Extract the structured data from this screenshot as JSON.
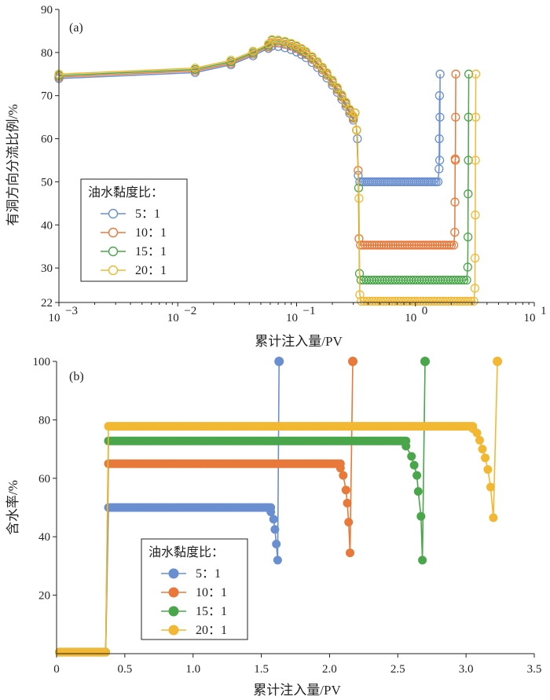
{
  "chart_data": [
    {
      "type": "scatter",
      "panel_label": "(a)",
      "xlabel": "累计注入量/PV",
      "ylabel": "有洞方向分流比例/%",
      "xscale": "log",
      "xlim": [
        0.001,
        10
      ],
      "ylim": [
        22,
        90
      ],
      "x_ticks": [
        {
          "value": 0.001,
          "base": "10",
          "exp": "−3"
        },
        {
          "value": 0.01,
          "base": "10",
          "exp": "−2"
        },
        {
          "value": 0.1,
          "base": "10",
          "exp": "−1"
        },
        {
          "value": 1,
          "base": "10",
          "exp": "0"
        },
        {
          "value": 10,
          "base": "10",
          "exp": "1"
        }
      ],
      "y_ticks": [
        22,
        30,
        40,
        50,
        60,
        70,
        80,
        90
      ],
      "y_tick_labels": [
        "22",
        "30",
        "40",
        "50",
        "60",
        "70",
        "80",
        "90"
      ],
      "marker": "open-circle",
      "legend_title": "油水黏度比：",
      "legend_position": "lower-left",
      "series": [
        {
          "name": "5：1",
          "color": "#6a8fd0",
          "curve": {
            "peak": 81.5,
            "plateau": 50,
            "drop_x": 0.33,
            "end_x": 1.55
          }
        },
        {
          "name": "10：1",
          "color": "#e8793b",
          "curve": {
            "peak": 82.3,
            "plateau": 35.3,
            "drop_x": 0.335,
            "end_x": 2.1
          }
        },
        {
          "name": "15：1",
          "color": "#4aa64a",
          "curve": {
            "peak": 82.8,
            "plateau": 27.2,
            "drop_x": 0.338,
            "end_x": 2.7
          }
        },
        {
          "name": "20：1",
          "color": "#f2b833",
          "curve": {
            "peak": 83.0,
            "plateau": 22.3,
            "drop_x": 0.34,
            "end_x": 3.1
          }
        }
      ],
      "shared_rise": [
        [
          0.001,
          75
        ],
        [
          0.014,
          76.4
        ],
        [
          0.028,
          78.2
        ],
        [
          0.043,
          80.3
        ],
        [
          0.058,
          82
        ]
      ]
    },
    {
      "type": "scatter",
      "panel_label": "(b)",
      "xlabel": "累计注入量/PV",
      "ylabel": "含水率/%",
      "xlim": [
        0,
        3.5
      ],
      "ylim": [
        0,
        100
      ],
      "x_ticks": [
        0,
        0.5,
        1.0,
        1.5,
        2.0,
        2.5,
        3.0,
        3.5
      ],
      "x_tick_labels": [
        "0",
        "0.5",
        "1.0",
        "1.5",
        "2.0",
        "2.5",
        "3.0",
        "3.5"
      ],
      "y_ticks": [
        20,
        40,
        60,
        80,
        100
      ],
      "y_tick_labels": [
        "20",
        "40",
        "60",
        "80",
        "100"
      ],
      "marker": "filled-circle",
      "legend_title": "油水黏度比：",
      "legend_position": "lower-left",
      "series": [
        {
          "name": "5：1",
          "color": "#6a8fd0",
          "start_level": 0,
          "breakthrough_x": 0.36,
          "plateau": 50,
          "plateau_end": 1.57,
          "tail": [
            [
              1.57,
              48.5
            ],
            [
              1.59,
              46
            ],
            [
              1.6,
              42.5
            ],
            [
              1.61,
              37.5
            ],
            [
              1.62,
              32
            ]
          ],
          "spike": [
            [
              1.62,
              32
            ],
            [
              1.63,
              100
            ]
          ]
        },
        {
          "name": "10：1",
          "color": "#e8793b",
          "start_level": 0,
          "breakthrough_x": 0.36,
          "plateau": 65,
          "plateau_end": 2.08,
          "tail": [
            [
              2.08,
              63.5
            ],
            [
              2.1,
              61
            ],
            [
              2.12,
              56
            ],
            [
              2.13,
              51.5
            ],
            [
              2.14,
              45
            ],
            [
              2.15,
              34.5
            ]
          ],
          "spike": [
            [
              2.15,
              34.5
            ],
            [
              2.17,
              100
            ]
          ]
        },
        {
          "name": "15：1",
          "color": "#4aa64a",
          "start_level": 0,
          "breakthrough_x": 0.36,
          "plateau": 72.8,
          "plateau_end": 2.56,
          "tail": [
            [
              2.56,
              71
            ],
            [
              2.6,
              67.5
            ],
            [
              2.62,
              64.5
            ],
            [
              2.64,
              61
            ],
            [
              2.65,
              55.5
            ],
            [
              2.67,
              47
            ],
            [
              2.68,
              32
            ]
          ],
          "spike": [
            [
              2.68,
              32
            ],
            [
              2.7,
              100
            ]
          ]
        },
        {
          "name": "20：1",
          "color": "#f2b833",
          "start_level": 0,
          "breakthrough_x": 0.36,
          "plateau": 77.8,
          "plateau_end": 3.05,
          "tail": [
            [
              3.05,
              77
            ],
            [
              3.08,
              75.5
            ],
            [
              3.1,
              73
            ],
            [
              3.12,
              70
            ],
            [
              3.14,
              67
            ],
            [
              3.16,
              63
            ],
            [
              3.18,
              57
            ],
            [
              3.2,
              46.5
            ]
          ],
          "spike": [
            [
              3.2,
              46.5
            ],
            [
              3.23,
              100
            ]
          ]
        }
      ]
    }
  ]
}
